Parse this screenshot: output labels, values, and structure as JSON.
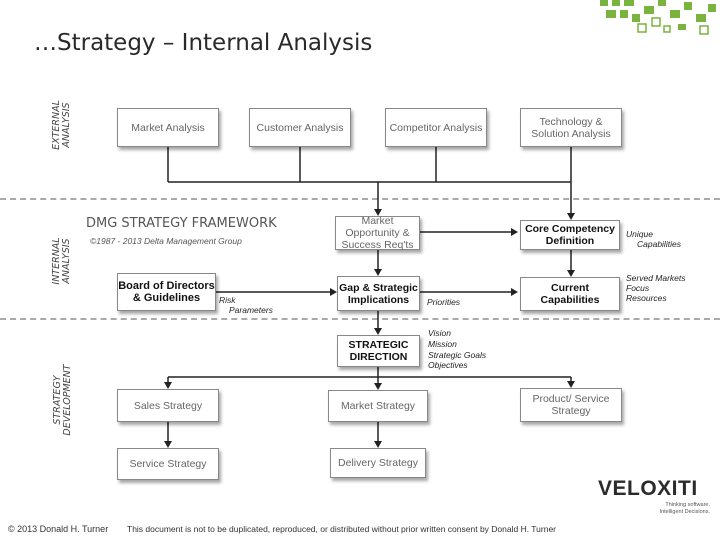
{
  "slide": {
    "title": "…Strategy – Internal Analysis",
    "sections": {
      "external": "EXTERNAL ANALYSIS",
      "internal": "INTERNAL ANALYSIS",
      "strategy": "STRATEGY DEVELOPMENT"
    },
    "framework_title": "DMG STRATEGY FRAMEWORK",
    "framework_copyright": "©1987 - 2013 Delta Management Group",
    "boxes": {
      "market_analysis": "Market Analysis",
      "customer_analysis": "Customer Analysis",
      "competitor_analysis": "Competitor Analysis",
      "technology_analysis": "Technology & Solution Analysis",
      "market_opportunity": "Market Opportunity & Success Req'ts",
      "core_competency": "Core Competency Definition",
      "board_of_directors": "Board of Directors & Guidelines",
      "gap_strategic": "Gap & Strategic Implications",
      "current_capabilities": "Current Capabilities",
      "strategic_direction": "STRATEGIC DIRECTION",
      "sales_strategy": "Sales Strategy",
      "market_strategy": "Market Strategy",
      "product_strategy": "Product/ Service Strategy",
      "service_strategy": "Service Strategy",
      "delivery_strategy": "Delivery Strategy"
    },
    "notes": {
      "unique": "Unique",
      "capabilities": "Capabilities",
      "served_markets": "Served Markets",
      "focus": "Focus",
      "resources": "Resources",
      "risk": "Risk",
      "parameters": "Parameters",
      "priorities": "Priorities",
      "vision": "Vision",
      "mission": "Mission",
      "strategic_goals": "Strategic Goals",
      "objectives": "Objectives"
    },
    "logo": {
      "name": "VELOXITI",
      "tagline1": "Thinking software.",
      "tagline2": "Intelligent Decisions."
    },
    "footer": {
      "copyright": "© 2013 Donald H. Turner",
      "disclaimer": "This document is not to be duplicated, reproduced, or distributed without prior written consent by Donald H. Turner"
    }
  }
}
